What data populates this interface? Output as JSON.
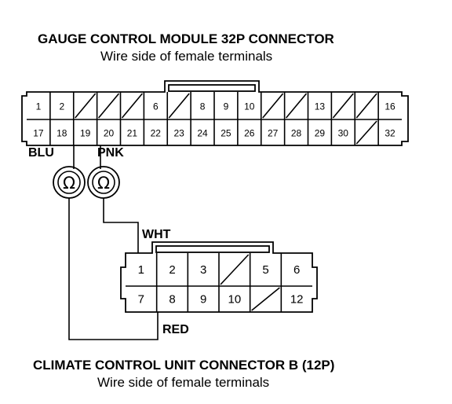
{
  "gauge_connector": {
    "title": "GAUGE CONTROL MODULE 32P CONNECTOR",
    "subtitle": "Wire side of female terminals",
    "top_row": [
      "1",
      "2",
      "",
      "",
      "",
      "6",
      "",
      "8",
      "9",
      "10",
      "",
      "",
      "13",
      "",
      "",
      "16"
    ],
    "bottom_row": [
      "17",
      "18",
      "19",
      "20",
      "21",
      "22",
      "23",
      "24",
      "25",
      "26",
      "27",
      "28",
      "29",
      "30",
      "",
      "32"
    ]
  },
  "climate_connector": {
    "title": "CLIMATE CONTROL UNIT CONNECTOR B (12P)",
    "subtitle": "Wire side of female terminals",
    "top_row": [
      "1",
      "2",
      "3",
      "",
      "5",
      "6"
    ],
    "bottom_row": [
      "7",
      "8",
      "9",
      "10",
      "",
      "12"
    ]
  },
  "wires": {
    "blu": "BLU",
    "pnk": "PNK",
    "wht": "WHT",
    "red": "RED"
  },
  "meters": {
    "symbol": "Ω"
  }
}
